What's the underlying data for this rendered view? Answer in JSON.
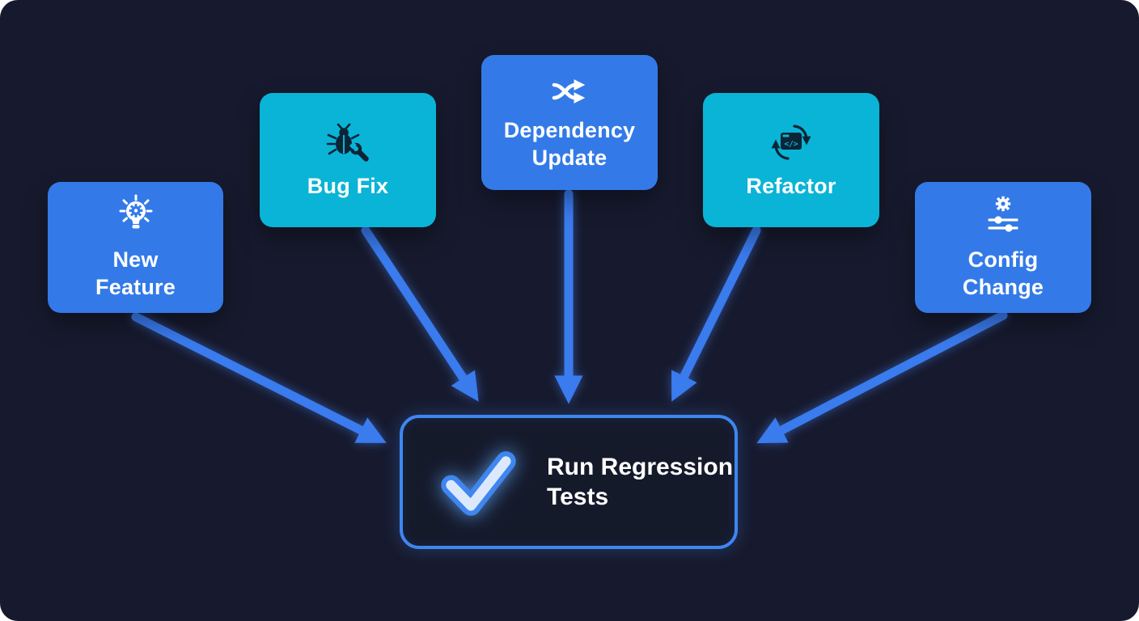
{
  "diagram": {
    "title_implicit": "Change types that trigger regression tests",
    "nodes": [
      {
        "id": "new-feature",
        "label": "New Feature",
        "icon": "lightbulb-gear-icon",
        "variant": "blue"
      },
      {
        "id": "bug-fix",
        "label": "Bug Fix",
        "icon": "bug-wrench-icon",
        "variant": "teal"
      },
      {
        "id": "dependency-update",
        "label": "Dependency Update",
        "icon": "shuffle-icon",
        "variant": "blue"
      },
      {
        "id": "refactor",
        "label": "Refactor",
        "icon": "code-refresh-icon",
        "variant": "teal"
      },
      {
        "id": "config-change",
        "label": "Config Change",
        "icon": "gear-sliders-icon",
        "variant": "blue"
      }
    ],
    "center": {
      "id": "run-regression-tests",
      "label": "Run Regression Tests",
      "icon": "checkmark-icon"
    },
    "connections": [
      {
        "from": "new-feature",
        "to": "run-regression-tests"
      },
      {
        "from": "bug-fix",
        "to": "run-regression-tests"
      },
      {
        "from": "dependency-update",
        "to": "run-regression-tests"
      },
      {
        "from": "refactor",
        "to": "run-regression-tests"
      },
      {
        "from": "config-change",
        "to": "run-regression-tests"
      }
    ],
    "colors": {
      "background": "#171a2e",
      "node_blue": "#337ae8",
      "node_teal": "#0ab4d6",
      "arrow": "#3a7bee",
      "center_border": "#3f86f0",
      "center_background": "#151a2b",
      "icon_dark": "#0c2536",
      "text": "#ffffff",
      "check_inner": "#dce9fc"
    }
  }
}
